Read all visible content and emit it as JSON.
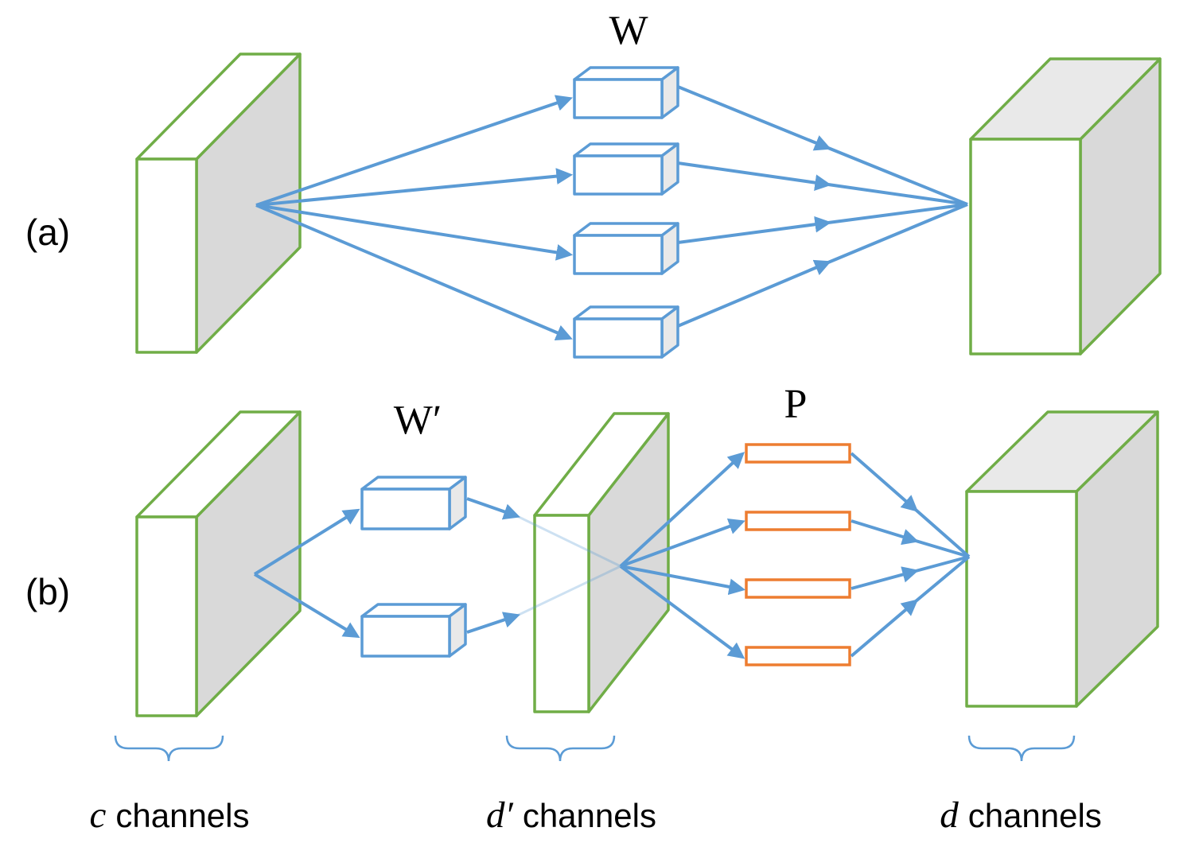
{
  "diagram": {
    "panel_a": {
      "label": "(a)",
      "weights_label": "W"
    },
    "panel_b": {
      "label": "(b)",
      "weights_label": "W′",
      "projection_label": "P"
    },
    "captions": {
      "input": {
        "variable": "c",
        "suffix": "channels"
      },
      "intermediate": {
        "variable": "d′",
        "suffix": "channels"
      },
      "output": {
        "variable": "d",
        "suffix": "channels"
      }
    },
    "colors": {
      "green": "#70AD47",
      "blue": "#5B9BD5",
      "orange": "#ED7D31",
      "gray": "#D9D9D9",
      "light_gray": "#E9E9E9"
    }
  }
}
